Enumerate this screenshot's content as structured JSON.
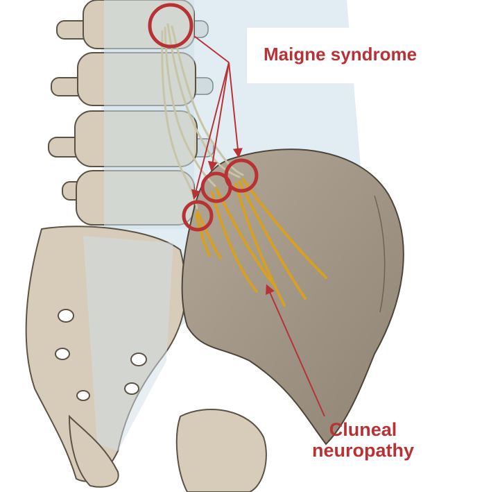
{
  "labels": {
    "maigne": "Maigne syndrome",
    "cluneal_line1": "Cluneal",
    "cluneal_line2": "neuropathy"
  },
  "colors": {
    "accent": "#b83235",
    "bone": "#d6ccb9",
    "bone_shadow": "#a99b84",
    "ilium": "#a59a8b",
    "nerve": "#d6a024",
    "background_wash": "#dceaf1"
  }
}
